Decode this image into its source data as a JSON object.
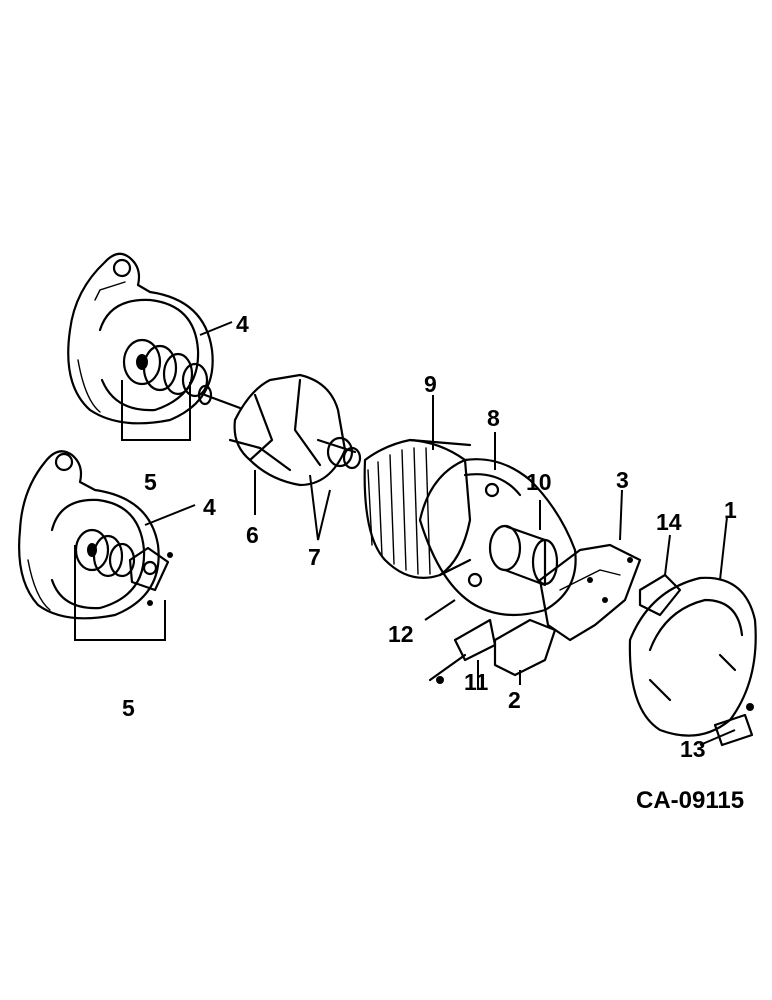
{
  "figure_id": "CA-09115",
  "callouts": [
    {
      "id": "c1",
      "label": "1"
    },
    {
      "id": "c2",
      "label": "2"
    },
    {
      "id": "c3",
      "label": "3"
    },
    {
      "id": "c4a",
      "label": "4"
    },
    {
      "id": "c4b",
      "label": "4"
    },
    {
      "id": "c5a",
      "label": "5"
    },
    {
      "id": "c5b",
      "label": "5"
    },
    {
      "id": "c6",
      "label": "6"
    },
    {
      "id": "c7",
      "label": "7"
    },
    {
      "id": "c8",
      "label": "8"
    },
    {
      "id": "c9",
      "label": "9"
    },
    {
      "id": "c10",
      "label": "10"
    },
    {
      "id": "c11",
      "label": "11"
    },
    {
      "id": "c12",
      "label": "12"
    },
    {
      "id": "c13",
      "label": "13"
    },
    {
      "id": "c14",
      "label": "14"
    }
  ]
}
